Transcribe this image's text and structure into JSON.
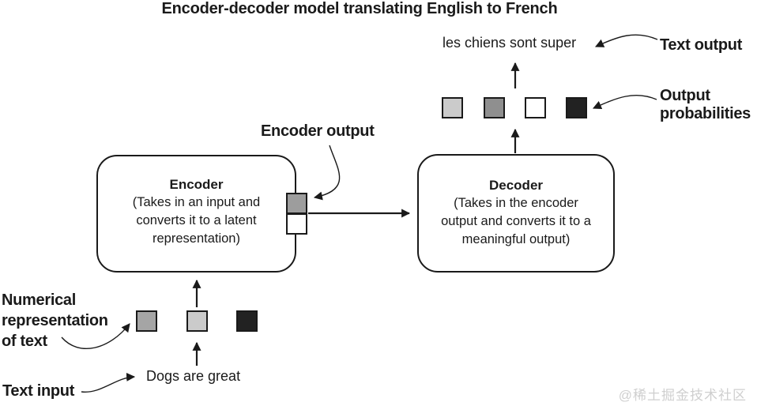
{
  "title": "Encoder-decoder model translating English to French",
  "encoder": {
    "title": "Encoder",
    "lines": [
      "(Takes in an input and",
      "converts it to a latent",
      "representation)"
    ]
  },
  "decoder": {
    "title": "Decoder",
    "lines": [
      "(Takes in the encoder",
      "output and converts it to a",
      "meaningful output)"
    ]
  },
  "annotations": {
    "text_output": "Text output",
    "output_probabilities_lines": [
      "Output",
      "probabilities"
    ],
    "encoder_output": "Encoder output",
    "numerical_representation_lines": [
      "Numerical",
      "representation",
      "of text"
    ],
    "text_input": "Text input"
  },
  "io_text": {
    "output_sentence": "les chiens sont super",
    "input_sentence": "Dogs are great"
  },
  "squares": {
    "output_probabilities": [
      "#cbcbcb",
      "#8f8f8f",
      "#ffffff",
      "#222222"
    ],
    "encoder_output": [
      "#9d9d9d",
      "#ffffff"
    ],
    "input_representation": [
      "#a5a5a5",
      "#cbcbcb",
      "#222222"
    ]
  },
  "colors": {
    "ink": "#1a1a1a",
    "watermark": "#cfcfcf"
  },
  "watermark": "@稀土掘金技术社区"
}
